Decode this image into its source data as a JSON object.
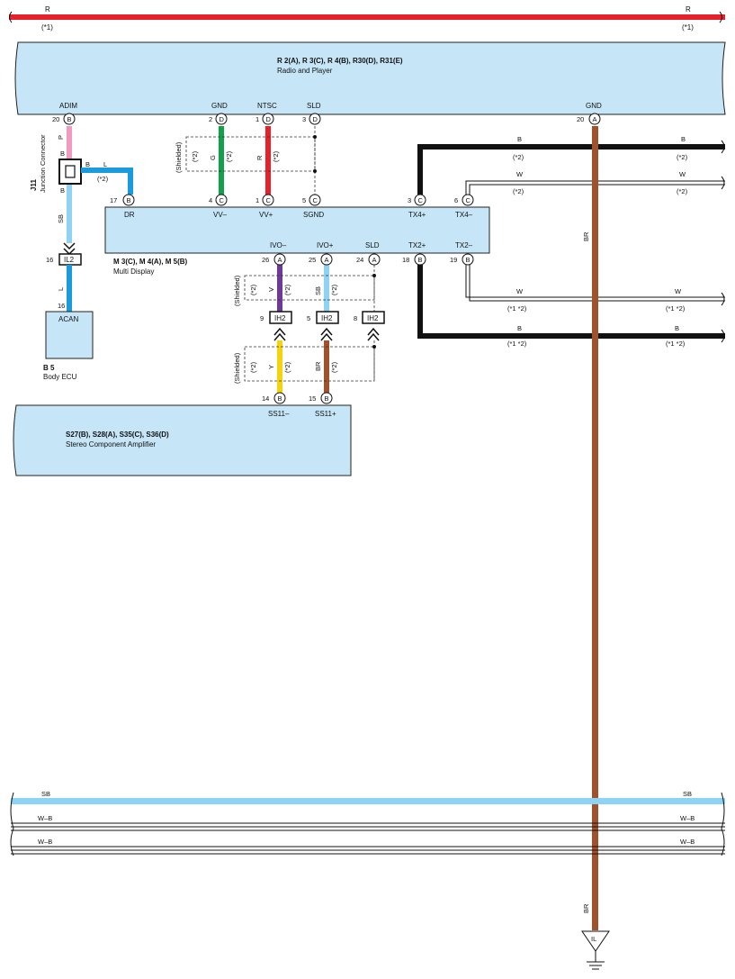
{
  "colors": {
    "R": "#e8202a",
    "G": "#12a04a",
    "P": "#f29ac0",
    "SB": "#8fd3f4",
    "L": "#1a9bdc",
    "V": "#6d3b96",
    "Y": "#f5d40f",
    "BR": "#a0522d",
    "B": "#111111",
    "W": "#ffffff",
    "component_fill": "#c6e6f7"
  },
  "top_wire": {
    "color_code": "R",
    "note_left": "(*1)",
    "note_right": "(*1)",
    "code_right": "R"
  },
  "radio": {
    "ids": "R 2(A), R 3(C), R 4(B), R30(D), R31(E)",
    "name": "Radio and Player",
    "pins": [
      {
        "label": "ADIM",
        "pin": "20",
        "conn": "B"
      },
      {
        "label": "GND",
        "pin": "2",
        "conn": "D"
      },
      {
        "label": "NTSC",
        "pin": "1",
        "conn": "D"
      },
      {
        "label": "SLD",
        "pin": "3",
        "conn": "D"
      },
      {
        "label": "GND",
        "pin": "20",
        "conn": "A"
      }
    ]
  },
  "junction": {
    "id": "J11",
    "name": "Junction Connector",
    "in_code": "B",
    "out_code": "B",
    "side_code": "B"
  },
  "wires": {
    "adim_top": "P",
    "adim_bottom": "SB",
    "l_wire": "L",
    "l_note": "(*2)",
    "ecu_wire": "L",
    "g_wire": "G",
    "r_wire": "R",
    "shielded": "(Shielded)",
    "note2": "(*2)",
    "note12": "(*1 *2)",
    "gnd_wire": "BR",
    "gnd_wire_bottom": "BR",
    "v_wire": "V",
    "sb_wire": "SB",
    "y_wire": "Y",
    "br_wire": "BR"
  },
  "right_wires": [
    {
      "code": "B",
      "note": "(*2)",
      "code_r": "B",
      "note_r": "(*2)"
    },
    {
      "code": "W",
      "note": "(*2)",
      "code_r": "W",
      "note_r": "(*2)"
    },
    {
      "code": "W",
      "note": "(*1 *2)",
      "code_r": "W",
      "note_r": "(*1 *2)"
    },
    {
      "code": "B",
      "note": "(*1 *2)",
      "code_r": "B",
      "note_r": "(*1 *2)"
    }
  ],
  "display": {
    "ids": "M 3(C), M 4(A), M 5(B)",
    "name": "Multi Display",
    "top_pins": [
      {
        "label": "DR",
        "pin": "17",
        "conn": "B"
      },
      {
        "label": "VV–",
        "pin": "4",
        "conn": "C"
      },
      {
        "label": "VV+",
        "pin": "1",
        "conn": "C"
      },
      {
        "label": "SGND",
        "pin": "5",
        "conn": "C"
      },
      {
        "label": "TX4+",
        "pin": "3",
        "conn": "C"
      },
      {
        "label": "TX4–",
        "pin": "6",
        "conn": "C"
      }
    ],
    "bottom_pins": [
      {
        "label": "IVO–",
        "pin": "26",
        "conn": "A"
      },
      {
        "label": "IVO+",
        "pin": "25",
        "conn": "A"
      },
      {
        "label": "SLD",
        "pin": "24",
        "conn": "A"
      },
      {
        "label": "TX2+",
        "pin": "18",
        "conn": "B"
      },
      {
        "label": "TX2–",
        "pin": "19",
        "conn": "B"
      }
    ]
  },
  "connectors": {
    "il2": {
      "name": "IL2",
      "pin_top": "16",
      "pin_bottom": "16"
    },
    "ih2": [
      {
        "name": "IH2",
        "pin": "9"
      },
      {
        "name": "IH2",
        "pin": "5"
      },
      {
        "name": "IH2",
        "pin": "8"
      }
    ]
  },
  "ecu": {
    "label": "ACAN",
    "id": "B 5",
    "name": "Body ECU"
  },
  "amp": {
    "ids": "S27(B), S28(A), S35(C), S36(D)",
    "name": "Stereo Component Amplifier",
    "pins": [
      {
        "label": "SS11–",
        "pin": "14",
        "conn": "B"
      },
      {
        "label": "SS11+",
        "pin": "15",
        "conn": "B"
      }
    ]
  },
  "bottom_wires": [
    {
      "code": "SB",
      "code_r": "SB"
    },
    {
      "code": "W–B",
      "code_r": "W–B"
    },
    {
      "code": "W–B",
      "code_r": "W–B"
    }
  ],
  "ground": {
    "label": "IL"
  }
}
